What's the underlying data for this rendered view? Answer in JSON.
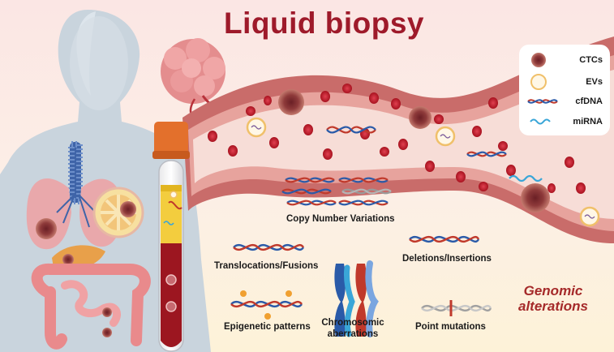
{
  "title": "Liquid biopsy",
  "legend": [
    {
      "label": "CTCs",
      "icon": "ctc-cell-icon"
    },
    {
      "label": "EVs",
      "icon": "extracellular-vesicle-icon"
    },
    {
      "label": "cfDNA",
      "icon": "dna-helix-icon"
    },
    {
      "label": "miRNA",
      "icon": "rna-wave-icon"
    }
  ],
  "alterations": {
    "copy_number": "Copy Number Variations",
    "translocations": "Translocations/Fusions",
    "deletions": "Deletions/Insertions",
    "epigenetic": "Epigenetic patterns",
    "chromosomic": "Chromosomic\naberrations",
    "point": "Point mutations"
  },
  "genomic_alterations": "Genomic\nalterations",
  "colors": {
    "title": "#9e1a2a",
    "vessel_wall": "#c9706e",
    "vessel_lumen": "#f6dcd6",
    "rbc": "#c8202d",
    "dna_red": "#c0392b",
    "dna_blue": "#2a5aa8",
    "background_top": "#fbe9e7",
    "background_bottom": "#fdf3dc"
  }
}
